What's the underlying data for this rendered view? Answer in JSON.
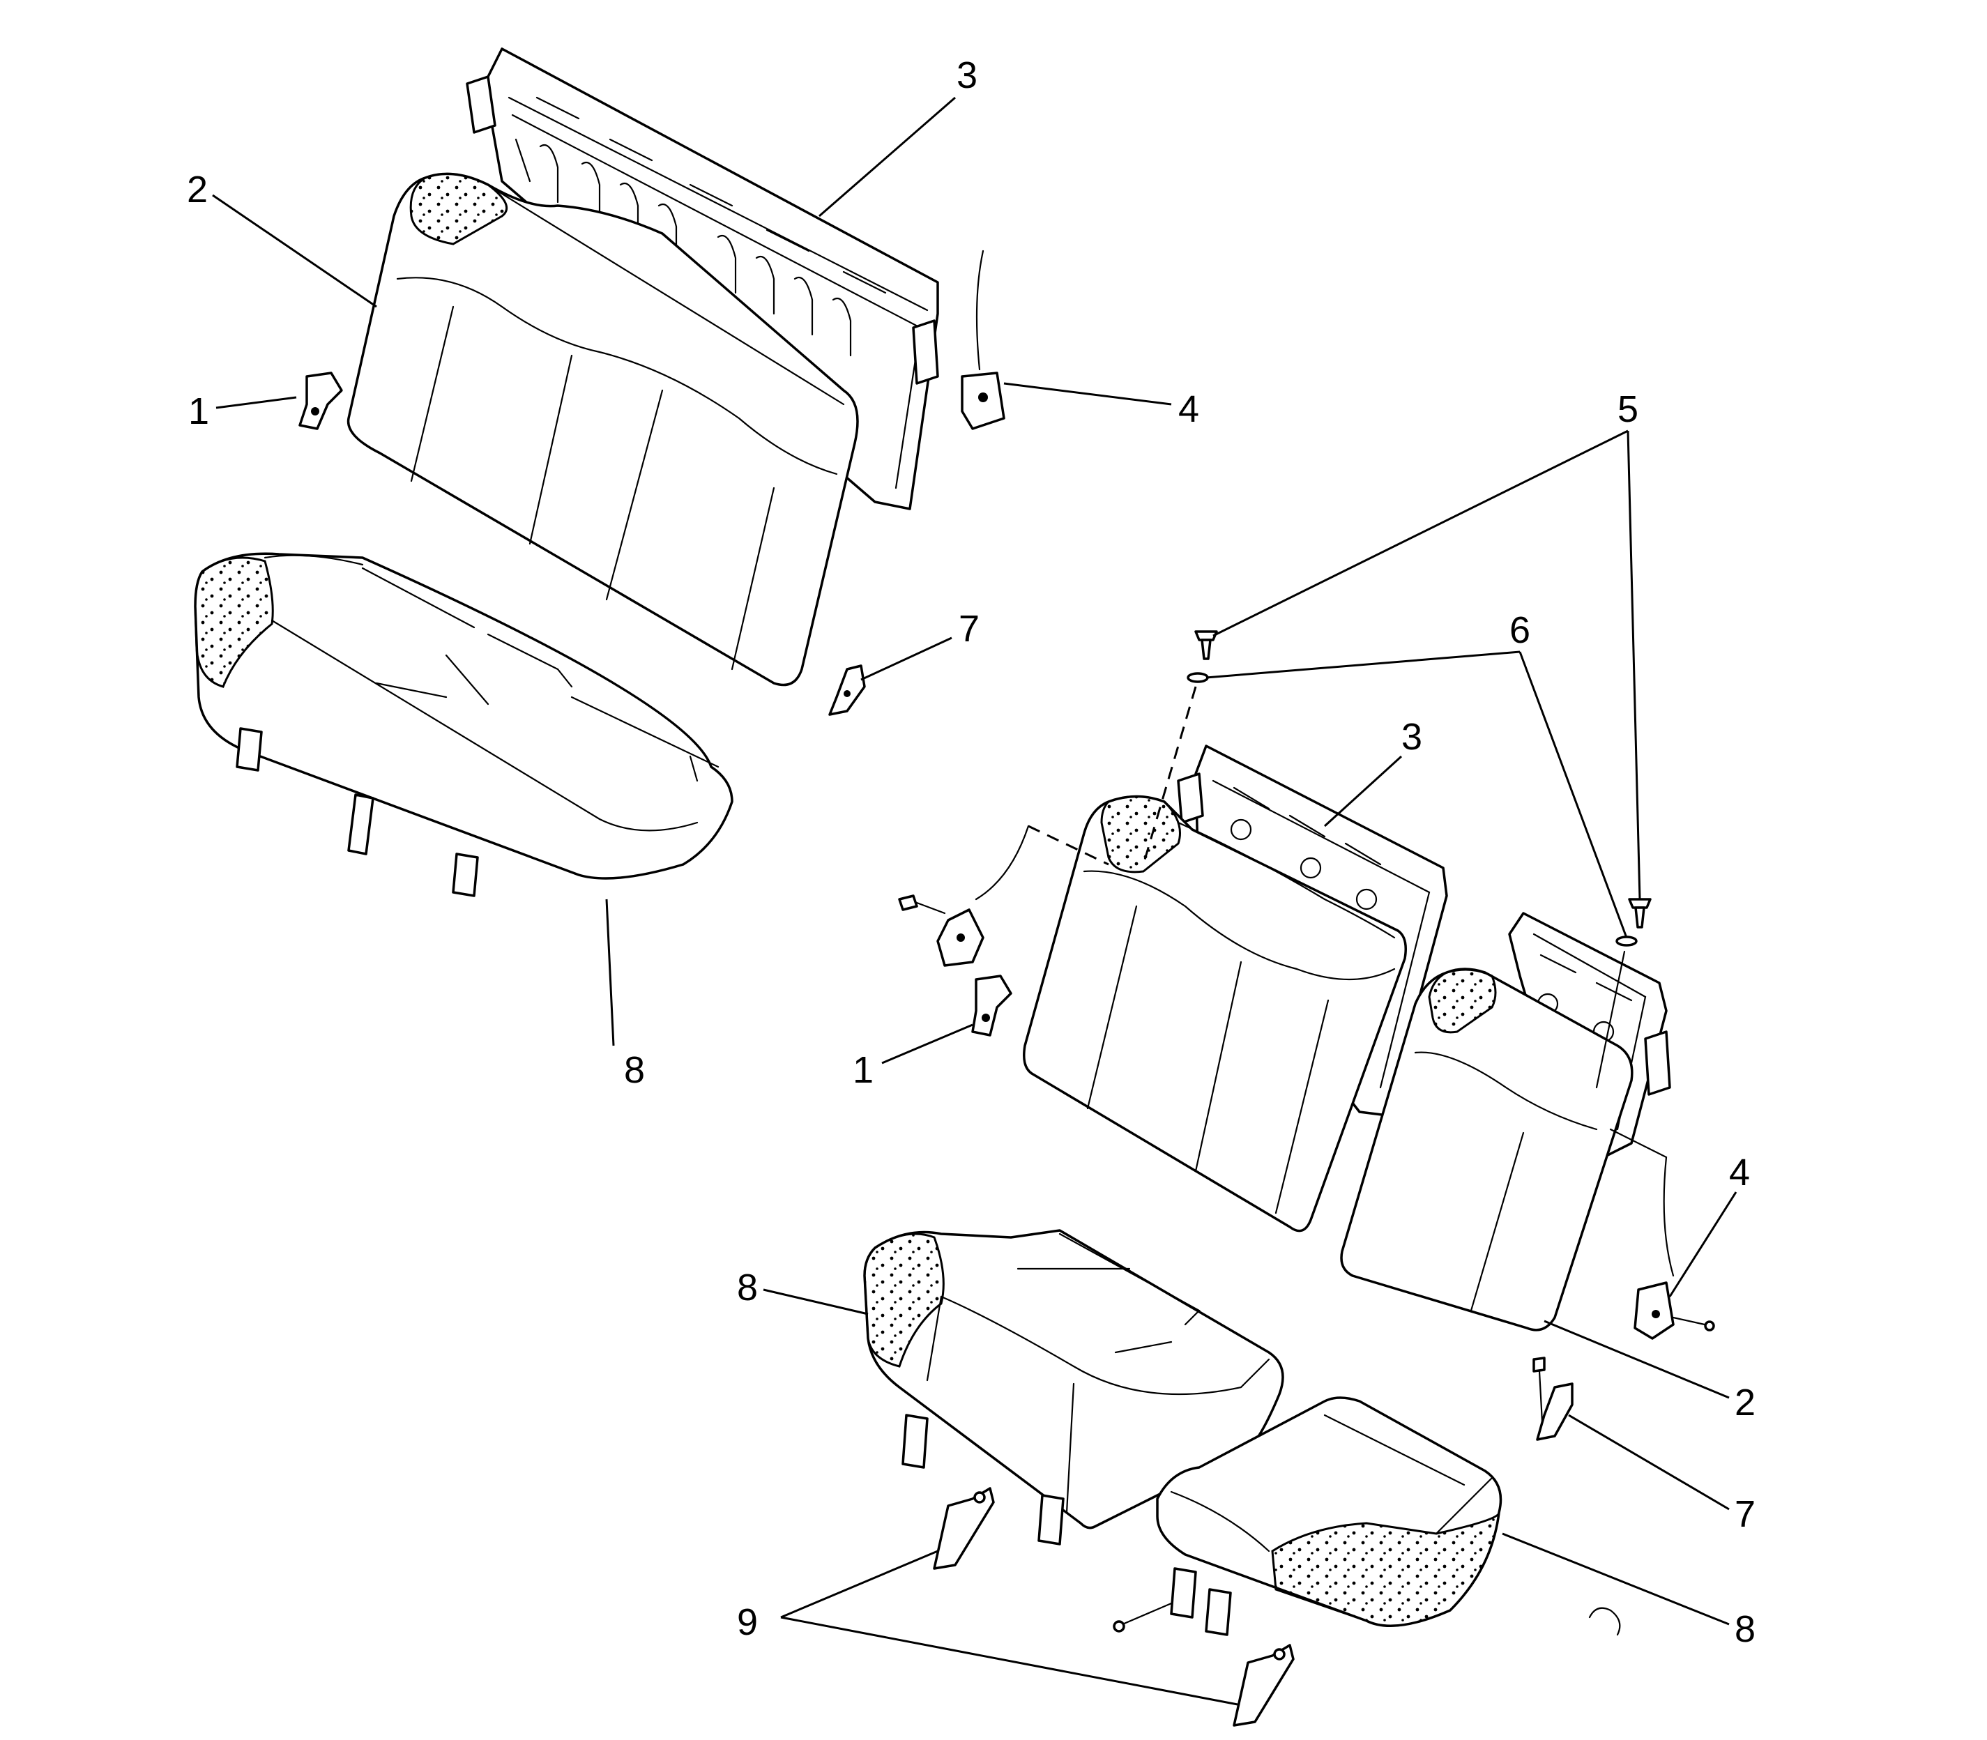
{
  "callouts": [
    {
      "id": "c1a",
      "text": "1"
    },
    {
      "id": "c2a",
      "text": "2"
    },
    {
      "id": "c3a",
      "text": "3"
    },
    {
      "id": "c4a",
      "text": "4"
    },
    {
      "id": "c5",
      "text": "5"
    },
    {
      "id": "c6",
      "text": "6"
    },
    {
      "id": "c7a",
      "text": "7"
    },
    {
      "id": "c8a",
      "text": "8"
    },
    {
      "id": "c3b",
      "text": "3"
    },
    {
      "id": "c1b",
      "text": "1"
    },
    {
      "id": "c4b",
      "text": "4"
    },
    {
      "id": "c8b",
      "text": "8"
    },
    {
      "id": "c2b",
      "text": "2"
    },
    {
      "id": "c7b",
      "text": "7"
    },
    {
      "id": "c8c",
      "text": "8"
    },
    {
      "id": "c9",
      "text": "9"
    }
  ],
  "colors": {
    "ink": "#000000",
    "paper": "#ffffff"
  }
}
